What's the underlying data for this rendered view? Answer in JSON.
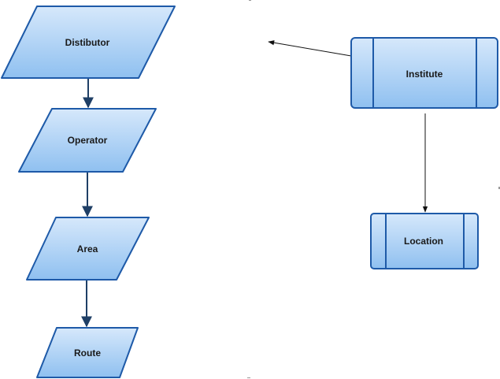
{
  "diagram": {
    "nodes": {
      "distributor": {
        "label": "Distibutor",
        "shape": "parallelogram"
      },
      "operator": {
        "label": "Operator",
        "shape": "parallelogram"
      },
      "area": {
        "label": "Area",
        "shape": "parallelogram"
      },
      "route": {
        "label": "Route",
        "shape": "parallelogram"
      },
      "institute": {
        "label": "Institute",
        "shape": "predefined-process"
      },
      "location": {
        "label": "Location",
        "shape": "predefined-process"
      }
    },
    "edges": [
      {
        "from": "Distibutor",
        "to": "Operator"
      },
      {
        "from": "Operator",
        "to": "Area"
      },
      {
        "from": "Area",
        "to": "Route"
      },
      {
        "from": "Institute",
        "to": "Location"
      },
      {
        "from": "Institute",
        "to": ""
      }
    ],
    "colors": {
      "fill_top": "#d6e8fb",
      "fill_bottom": "#8fc0f0",
      "stroke": "#1e5aa8",
      "flow_arrow": "#1f3f66",
      "thin_arrow": "#111111",
      "text": "#1a1a1a"
    }
  }
}
